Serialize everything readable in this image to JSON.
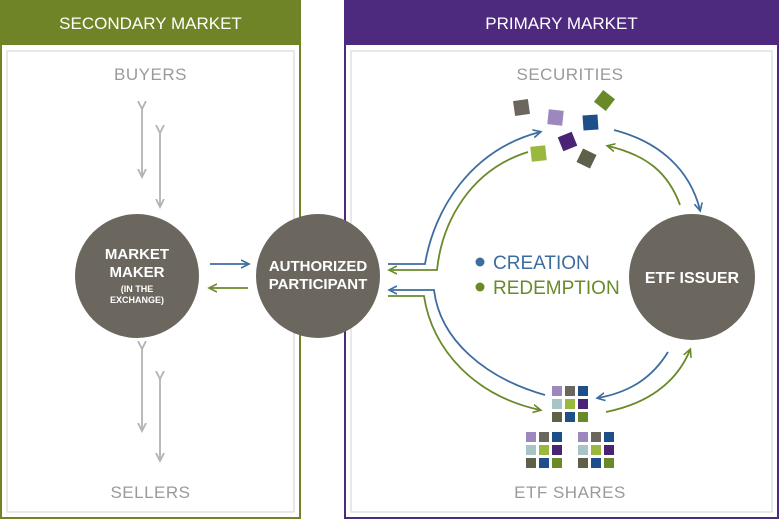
{
  "colors": {
    "secondary": "#6f8426",
    "primary": "#4e2a7e",
    "node": "#6b675e",
    "label_grey": "#9a9a98",
    "arrow_grey": "#b3b3b3",
    "creation": "#3d6d9e",
    "redemption": "#6a8a2a"
  },
  "secondary_market": {
    "title": "SECONDARY MARKET",
    "buyers": "BUYERS",
    "sellers": "SELLERS",
    "market_maker": {
      "line1": "MARKET",
      "line2": "MAKER",
      "line3": "(IN THE",
      "line4": "EXCHANGE)"
    }
  },
  "authorized_participant": {
    "line1": "AUTHORIZED",
    "line2": "PARTICIPANT"
  },
  "primary_market": {
    "title": "PRIMARY MARKET",
    "securities": "SECURITIES",
    "etf_issuer": "ETF ISSUER",
    "etf_shares": "ETF SHARES",
    "legend": [
      {
        "label": "CREATION",
        "color": "#3d6d9e"
      },
      {
        "label": "REDEMPTION",
        "color": "#6a8a2a"
      }
    ]
  }
}
